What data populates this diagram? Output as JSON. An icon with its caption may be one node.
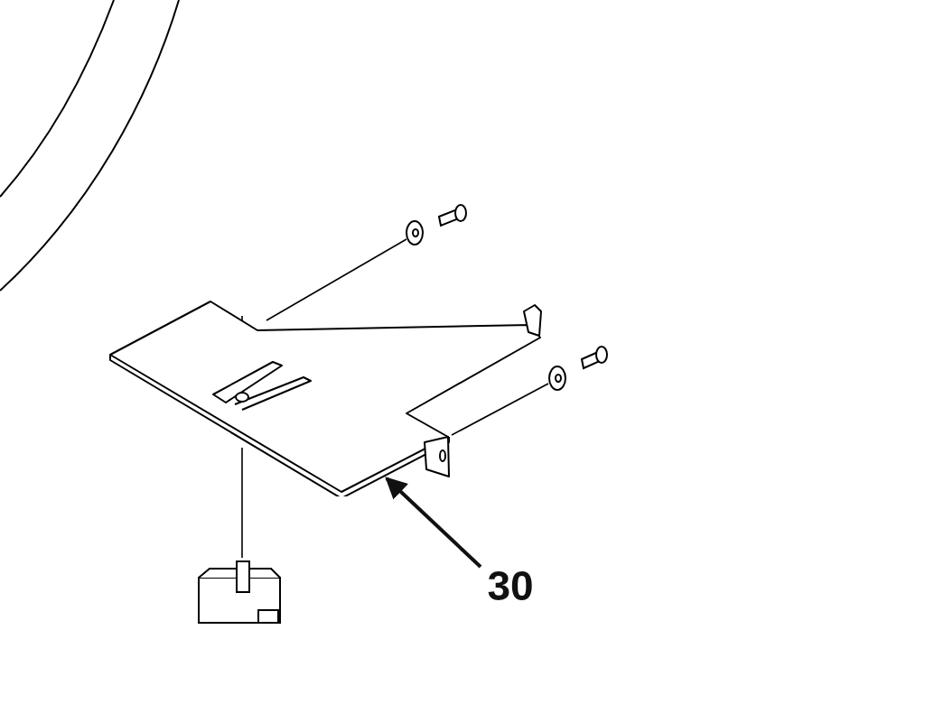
{
  "diagram": {
    "nodes": [
      {
        "text": [
          "30"
        ]
      },
      {
        "text": [],
        "shape": "picture"
      }
    ],
    "edges": [
      {
        "from": 0,
        "to": 1,
        "arrow": "to"
      }
    ]
  }
}
